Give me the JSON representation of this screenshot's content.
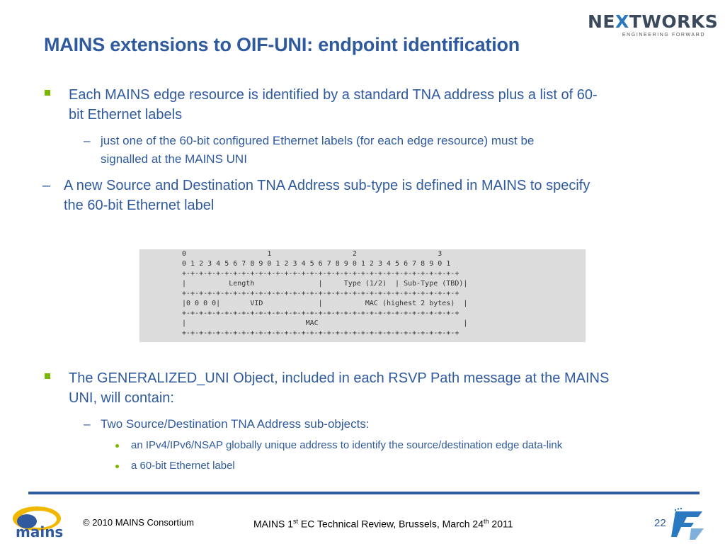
{
  "slide": {
    "title": "MAINS extensions to OIF-UNI: endpoint identification",
    "bullets": {
      "b1_line1": "Each MAINS edge resource is identified by a standard TNA address plus a list of 60-",
      "b1_line2": "bit Ethernet labels",
      "b1_sub_line1": "just one of the 60-bit configured Ethernet labels (for each edge resource) must be",
      "b1_sub_line2": "signalled at the MAINS UNI",
      "b2_line1": "A new Source and Destination TNA Address sub-type is defined in MAINS to specify",
      "b2_line2": "the 60-bit Ethernet label",
      "b3_line1": "The GENERALIZED_UNI Object, included in each RSVP Path message at the MAINS",
      "b3_line2": "UNI, will contain:",
      "b3_sub": "Two Source/Destination TNA Address sub-objects:",
      "b3_sub_sub1": "an IPv4/IPv6/NSAP globally unique address to identify the source/destination edge data-link",
      "b3_sub_sub2": "a 60-bit Ethernet label"
    },
    "packet_diagram": [
      "0                   1                   2                   3",
      "0 1 2 3 4 5 6 7 8 9 0 1 2 3 4 5 6 7 8 9 0 1 2 3 4 5 6 7 8 9 0 1",
      "+-+-+-+-+-+-+-+-+-+-+-+-+-+-+-+-+-+-+-+-+-+-+-+-+-+-+-+-+-+-+-+-+",
      "|          Length               |     Type (1/2)  | Sub-Type (TBD)|",
      "+-+-+-+-+-+-+-+-+-+-+-+-+-+-+-+-+-+-+-+-+-+-+-+-+-+-+-+-+-+-+-+-+",
      "|0 0 0 0|       VID             |          MAC (highest 2 bytes)  |",
      "+-+-+-+-+-+-+-+-+-+-+-+-+-+-+-+-+-+-+-+-+-+-+-+-+-+-+-+-+-+-+-+-+",
      "|                            MAC                                  |",
      "+-+-+-+-+-+-+-+-+-+-+-+-+-+-+-+-+-+-+-+-+-+-+-+-+-+-+-+-+-+-+-+-+"
    ]
  },
  "header": {
    "logo_word_left": "NE",
    "logo_word_x": "X",
    "logo_word_right": "TWORKS",
    "logo_tagline": "ENGINEERING FORWARD"
  },
  "footer": {
    "copyright": "© 2010 MAINS Consortium",
    "review_prefix": "MAINS 1",
    "review_sup1": "st",
    "review_middle": " EC Technical Review, Brussels, March 24",
    "review_sup2": "th",
    "review_suffix": " 2011",
    "page_number": "22",
    "mains_logo_text": "mains"
  },
  "colors": {
    "title": "#2f5a9e",
    "bullet_marker": "#7ab800",
    "code_bg": "#dcdcdc"
  }
}
